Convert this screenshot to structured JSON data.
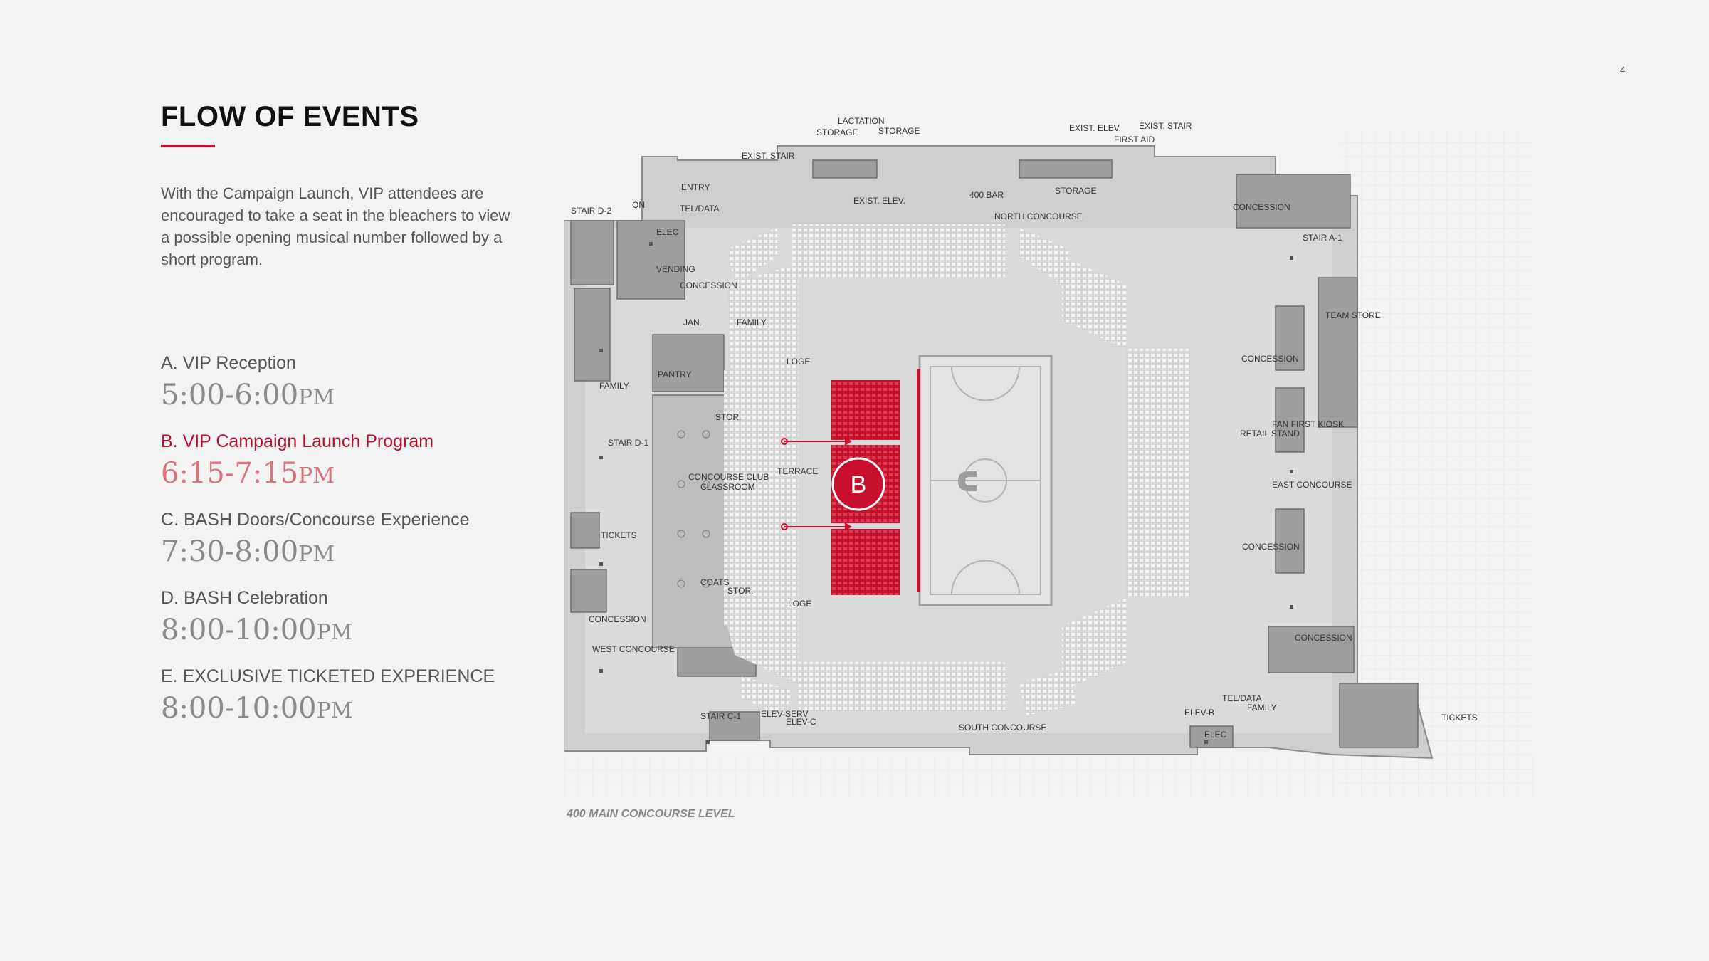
{
  "page_number": "4",
  "title": "FLOW OF EVENTS",
  "intro": "With the Campaign Launch, VIP attendees are encouraged to take a seat in the bleachers to view a possible opening musical number followed by a short program.",
  "events": [
    {
      "name": "A. VIP Reception",
      "time": "5:00-6:00",
      "suffix": "PM",
      "active": false
    },
    {
      "name": "B. VIP Campaign Launch Program",
      "time": "6:15-7:15",
      "suffix": "PM",
      "active": true
    },
    {
      "name": "C. BASH Doors/Concourse Experience",
      "time": "7:30-8:00",
      "suffix": "PM",
      "active": false
    },
    {
      "name": "D. BASH Celebration",
      "time": "8:00-10:00",
      "suffix": "PM",
      "active": false
    },
    {
      "name": "E. EXCLUSIVE TICKETED EXPERIENCE",
      "time": "8:00-10:00",
      "suffix": "PM",
      "active": false
    }
  ],
  "map": {
    "caption": "400 MAIN CONCOURSE LEVEL",
    "marker": "B",
    "accent_color": "#c8102e",
    "labels": {
      "lactation": "LACTATION",
      "storage_a": "STORAGE",
      "storage_b": "STORAGE",
      "storage_c": "STORAGE",
      "exist_stair_a": "EXIST. STAIR",
      "exist_elev_a": "EXIST. ELEV.",
      "exist_stair_b": "EXIST. STAIR",
      "first_aid": "FIRST AID",
      "entry": "ENTRY",
      "exist_elev_b": "EXIST. ELEV.",
      "bar": "400 BAR",
      "north_concourse": "NORTH CONCOURSE",
      "stair_d2": "STAIR D-2",
      "on": "ON",
      "tel_data": "TEL/DATA",
      "elec": "ELEC",
      "vending": "VENDING",
      "concession_nw": "CONCESSION",
      "concession_ne": "CONCESSION",
      "stair_a1": "STAIR A-1",
      "team_store": "TEAM STORE",
      "jan": "JAN.",
      "family_a": "FAMILY",
      "loge_a": "LOGE",
      "pantry": "PANTRY",
      "family_b": "FAMILY",
      "concession_e1": "CONCESSION",
      "stor_a": "STOR.",
      "stair_d1": "STAIR D-1",
      "fan_first_kiosk": "FAN FIRST KIOSK",
      "retail_stand": "RETAIL STAND",
      "concourse_club": "CONCOURSE CLUB",
      "classroom": "CLASSROOM",
      "terrace": "TERRACE",
      "east_concourse": "EAST CONCOURSE",
      "tickets_w": "TICKETS",
      "concession_e2": "CONCESSION",
      "coats": "COATS",
      "stor_b": "STOR.",
      "loge_b": "LOGE",
      "concession_w": "CONCESSION",
      "concession_se": "CONCESSION",
      "west_concourse": "WEST CONCOURSE",
      "stair_c1": "STAIR C-1",
      "elev_serv": "ELEV-SERV",
      "elev_c": "ELEV-C",
      "south_concourse": "SOUTH CONCOURSE",
      "tel_data_b": "TEL/DATA",
      "family_c": "FAMILY",
      "elev_b": "ELEV-B",
      "elec_b": "ELEC",
      "tickets_e": "TICKETS"
    }
  }
}
